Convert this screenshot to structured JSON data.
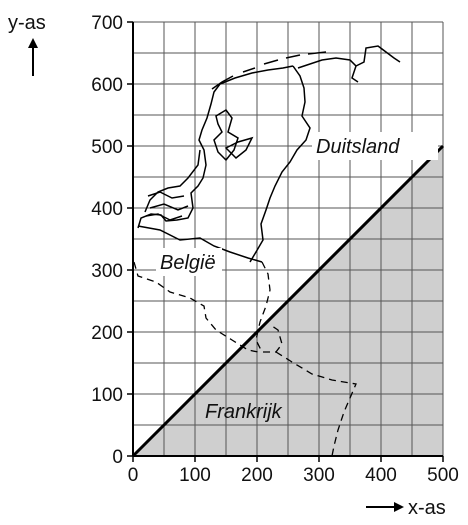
{
  "diagram": {
    "x_axis_label": "x-as",
    "y_axis_label": "y-as",
    "x_ticks": [
      "0",
      "100",
      "200",
      "300",
      "400",
      "500"
    ],
    "y_ticks": [
      "0",
      "100",
      "200",
      "300",
      "400",
      "500",
      "600",
      "700"
    ],
    "region_labels": {
      "germany": "Duitsland",
      "belgium": "België",
      "france": "Frankrijk"
    },
    "dividing_line": {
      "from": [
        0,
        0
      ],
      "to": [
        500,
        500
      ]
    },
    "shaded_color": "#cfcfcf"
  }
}
